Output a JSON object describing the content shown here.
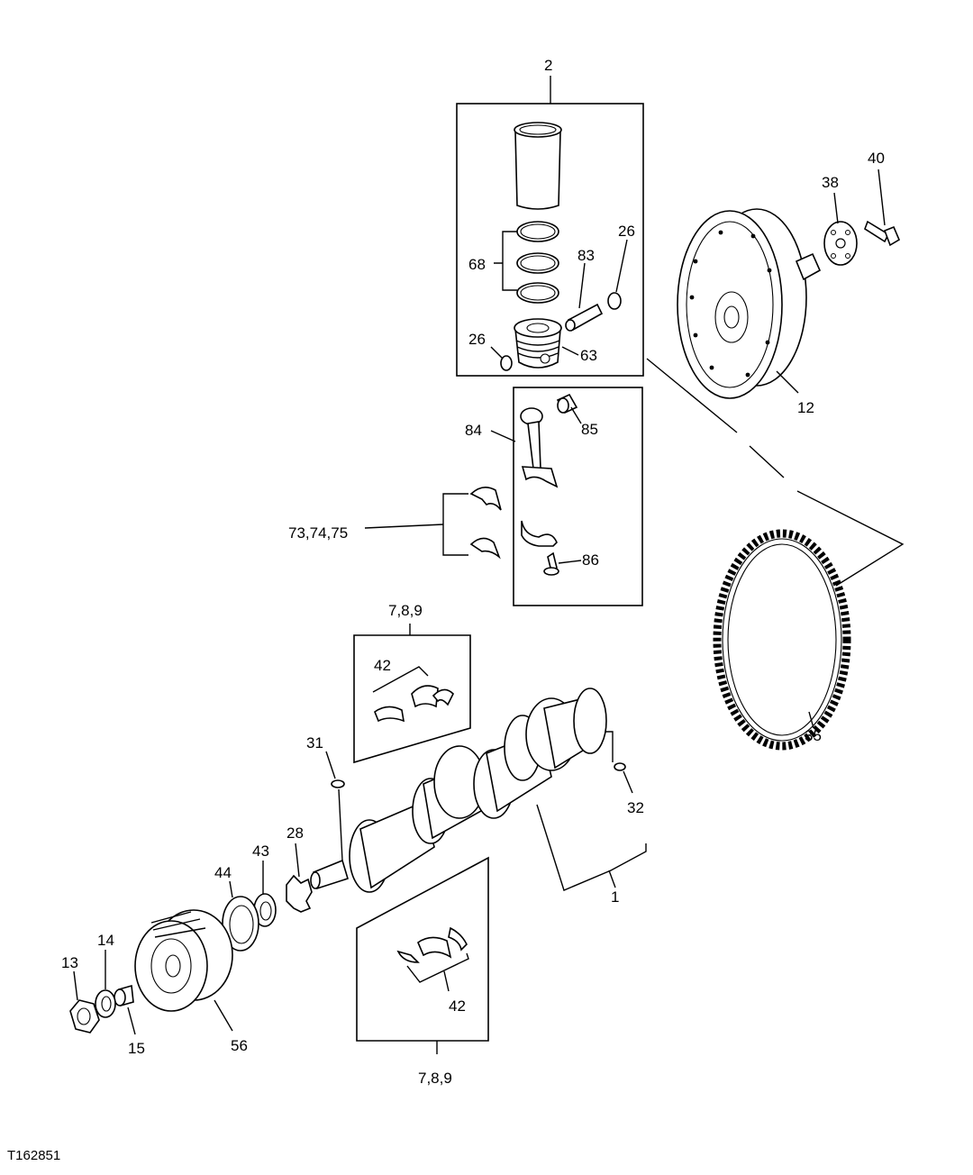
{
  "figure_id": "T162851",
  "callouts": {
    "c2": "2",
    "c68": "68",
    "c83": "83",
    "c26a": "26",
    "c26b": "26",
    "c63": "63",
    "c84": "84",
    "c85": "85",
    "c86": "86",
    "c73": "73,74,75",
    "c789a": "7,8,9",
    "c42a": "42",
    "c31": "31",
    "c32": "32",
    "c28": "28",
    "c43": "43",
    "c44": "44",
    "c14": "14",
    "c13": "13",
    "c15": "15",
    "c56": "56",
    "c1": "1",
    "c42b": "42",
    "c789b": "7,8,9",
    "c40": "40",
    "c38": "38",
    "c12": "12",
    "c35": "35"
  }
}
